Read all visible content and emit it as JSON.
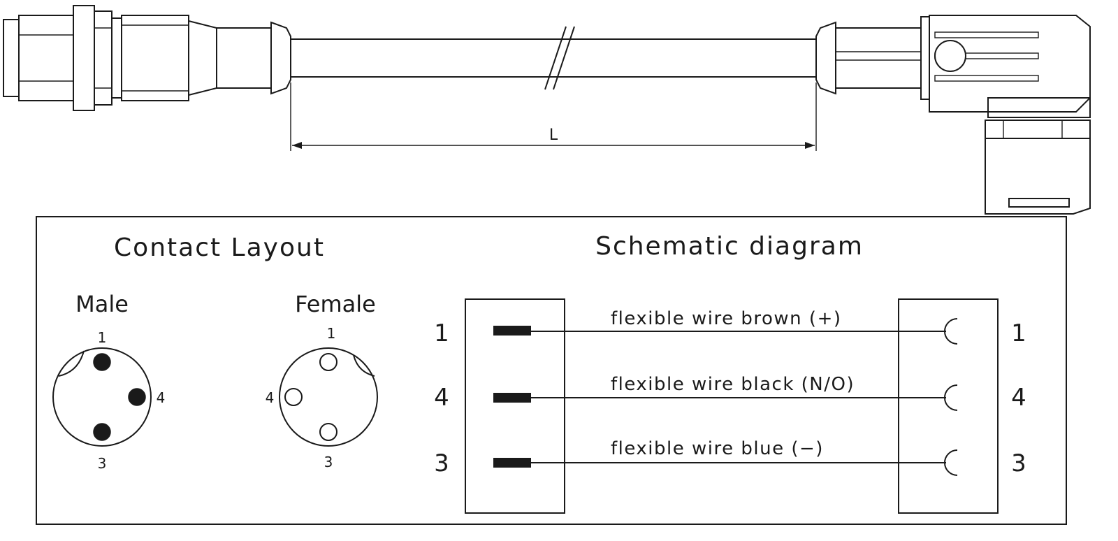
{
  "cable": {
    "length_label": "L"
  },
  "contact_layout": {
    "title": "Contact Layout",
    "male": {
      "label": "Male",
      "pin_top": "1",
      "pin_right": "4",
      "pin_bottom": "3"
    },
    "female": {
      "label": "Female",
      "pin_top": "1",
      "pin_left": "4",
      "pin_bottom": "3"
    }
  },
  "schematic": {
    "title": "Schematic diagram",
    "wires": [
      {
        "left_pin": "1",
        "right_pin": "1",
        "label": "flexible wire brown (+)"
      },
      {
        "left_pin": "4",
        "right_pin": "4",
        "label": "flexible wire black (N/O)"
      },
      {
        "left_pin": "3",
        "right_pin": "3",
        "label": "flexible wire blue (−)"
      }
    ]
  }
}
